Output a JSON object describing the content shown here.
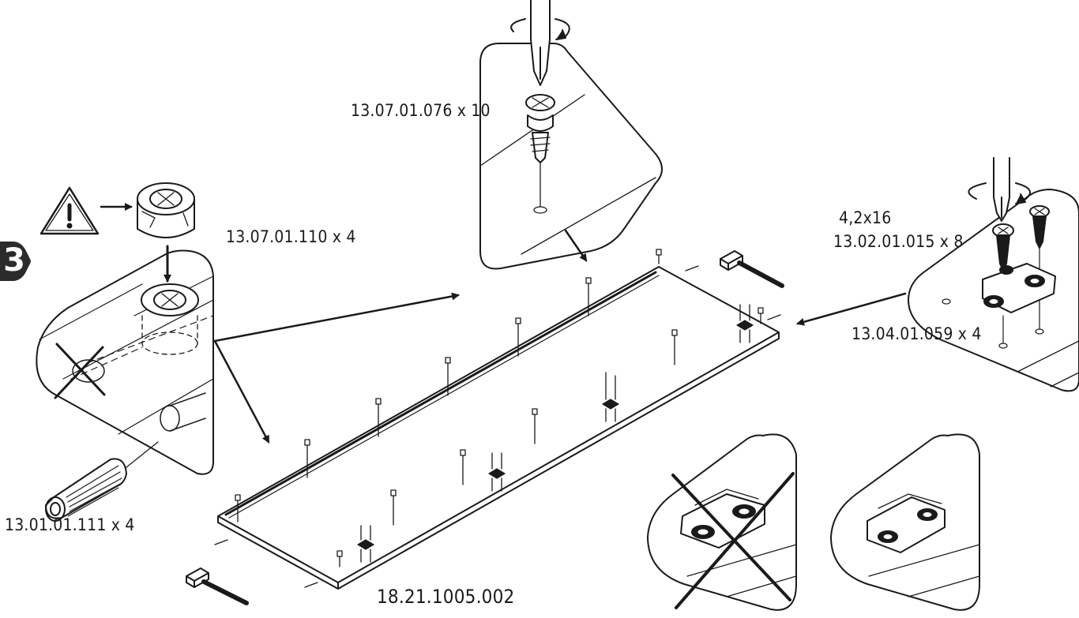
{
  "step": {
    "number": "3"
  },
  "parts": {
    "screw_top": {
      "code": "13.07.01.076 x 10"
    },
    "cam_lock": {
      "code": "13.07.01.110 x 4"
    },
    "dowel": {
      "code": "13.01.01.111 x 4"
    },
    "hinge_screw": {
      "size": "4,2x16",
      "code": "13.02.01.015 x 8"
    },
    "hinge_plate": {
      "code": "13.04.01.059 x 4"
    },
    "panel": {
      "code": "18.21.1005.002"
    }
  },
  "icons": [
    "warning-icon",
    "screwdriver-icon",
    "hammer-icon",
    "wrong-x-icon"
  ],
  "colors": {
    "ink": "#1a1a1a",
    "paper": "#ffffff",
    "tab": "#2b2b2b"
  }
}
